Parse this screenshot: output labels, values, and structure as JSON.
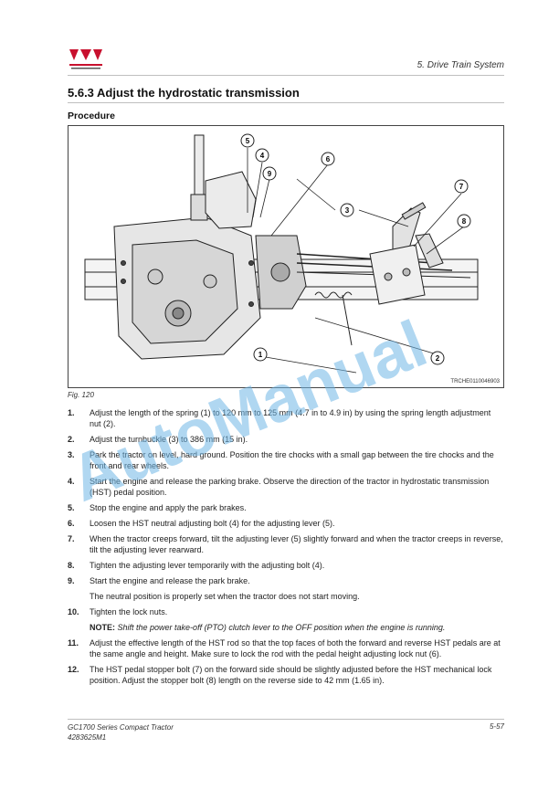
{
  "header": {
    "chapter": "5. Drive Train System",
    "brand_colors": {
      "logo": "#c8102e"
    },
    "logo_icon": "massey-ferguson-triple-triangle"
  },
  "section": {
    "title": "5.6.3  Adjust the hydrostatic transmission",
    "subtitle": "Procedure"
  },
  "figure": {
    "callouts": [
      "5",
      "4",
      "9",
      "6",
      "7",
      "3",
      "8",
      "1",
      "2"
    ],
    "code": "TRCHE0110046903",
    "caption": "Fig. 120"
  },
  "steps": [
    {
      "num": "1.",
      "text": "Adjust the length of the spring (1) to 120 mm to 125 mm (4.7 in to 4.9 in) by using the spring length adjustment nut (2)."
    },
    {
      "num": "2.",
      "text": "Adjust the turnbuckle (3) to 386 mm (15 in)."
    },
    {
      "num": "3.",
      "text": "Park the tractor on level, hard ground. Position the tire chocks with a small gap between the tire chocks and the front and rear wheels."
    },
    {
      "num": "4.",
      "text": "Start the engine and release the parking brake. Observe the direction of the tractor in hydrostatic transmission (HST) pedal position."
    },
    {
      "num": "5.",
      "text": "Stop the engine and apply the park brakes."
    },
    {
      "num": "6.",
      "text": "Loosen the HST neutral adjusting bolt (4) for the adjusting lever (5)."
    },
    {
      "num": "7.",
      "text": "When the tractor creeps forward, tilt the adjusting lever (5) slightly forward and when the tractor creeps in reverse, tilt the adjusting lever rearward."
    },
    {
      "num": "8.",
      "text": "Tighten the adjusting lever temporarily with the adjusting bolt (4)."
    },
    {
      "num": "9.",
      "text": "Start the engine and release the park brake."
    }
  ],
  "step9_note": "The neutral position is properly set when the tractor does not start moving.",
  "step10": {
    "num": "10.",
    "text": "Tighten the lock nuts."
  },
  "note": {
    "label": "NOTE:",
    "text": "Shift the power take-off (PTO) clutch lever to the OFF position when the engine is running."
  },
  "steps_b": [
    {
      "num": "11.",
      "text": "Adjust the effective length of the HST rod so that the top faces of both the forward and reverse HST pedals are at the same angle and height. Make sure to lock the rod with the pedal height adjusting lock nut (6)."
    },
    {
      "num": "12.",
      "text": "The HST pedal stopper bolt (7) on the forward side should be slightly adjusted before the HST mechanical lock position. Adjust the stopper bolt (8) length on the reverse side to 42 mm (1.65 in)."
    }
  ],
  "footer": {
    "model": "GC1700 Series Compact Tractor",
    "part_no": "4283625M1",
    "page": "5-57"
  },
  "watermark": {
    "text": "AutoManual",
    "color": "#6fb7e6"
  }
}
